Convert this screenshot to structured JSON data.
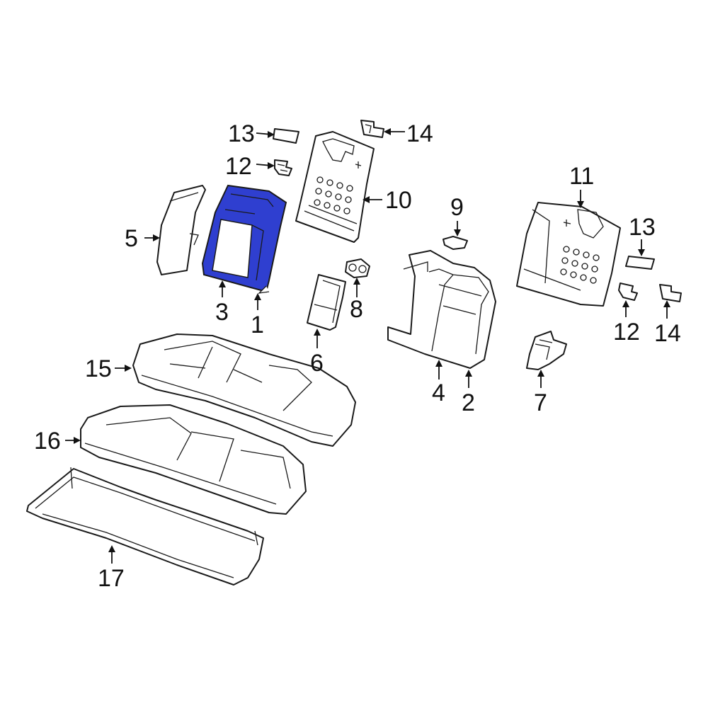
{
  "diagram": {
    "highlight_color": "#2f3fd0",
    "line_color": "#1a1a1a",
    "callouts": {
      "c1": "1",
      "c2": "2",
      "c3": "3",
      "c4": "4",
      "c5": "5",
      "c6": "6",
      "c7": "7",
      "c8": "8",
      "c9": "9",
      "c10": "10",
      "c11": "11",
      "c12a": "12",
      "c12b": "12",
      "c13a": "13",
      "c13b": "13",
      "c14a": "14",
      "c14b": "14",
      "c15": "15",
      "c16": "16",
      "c17": "17"
    },
    "highlighted_part": "3"
  }
}
